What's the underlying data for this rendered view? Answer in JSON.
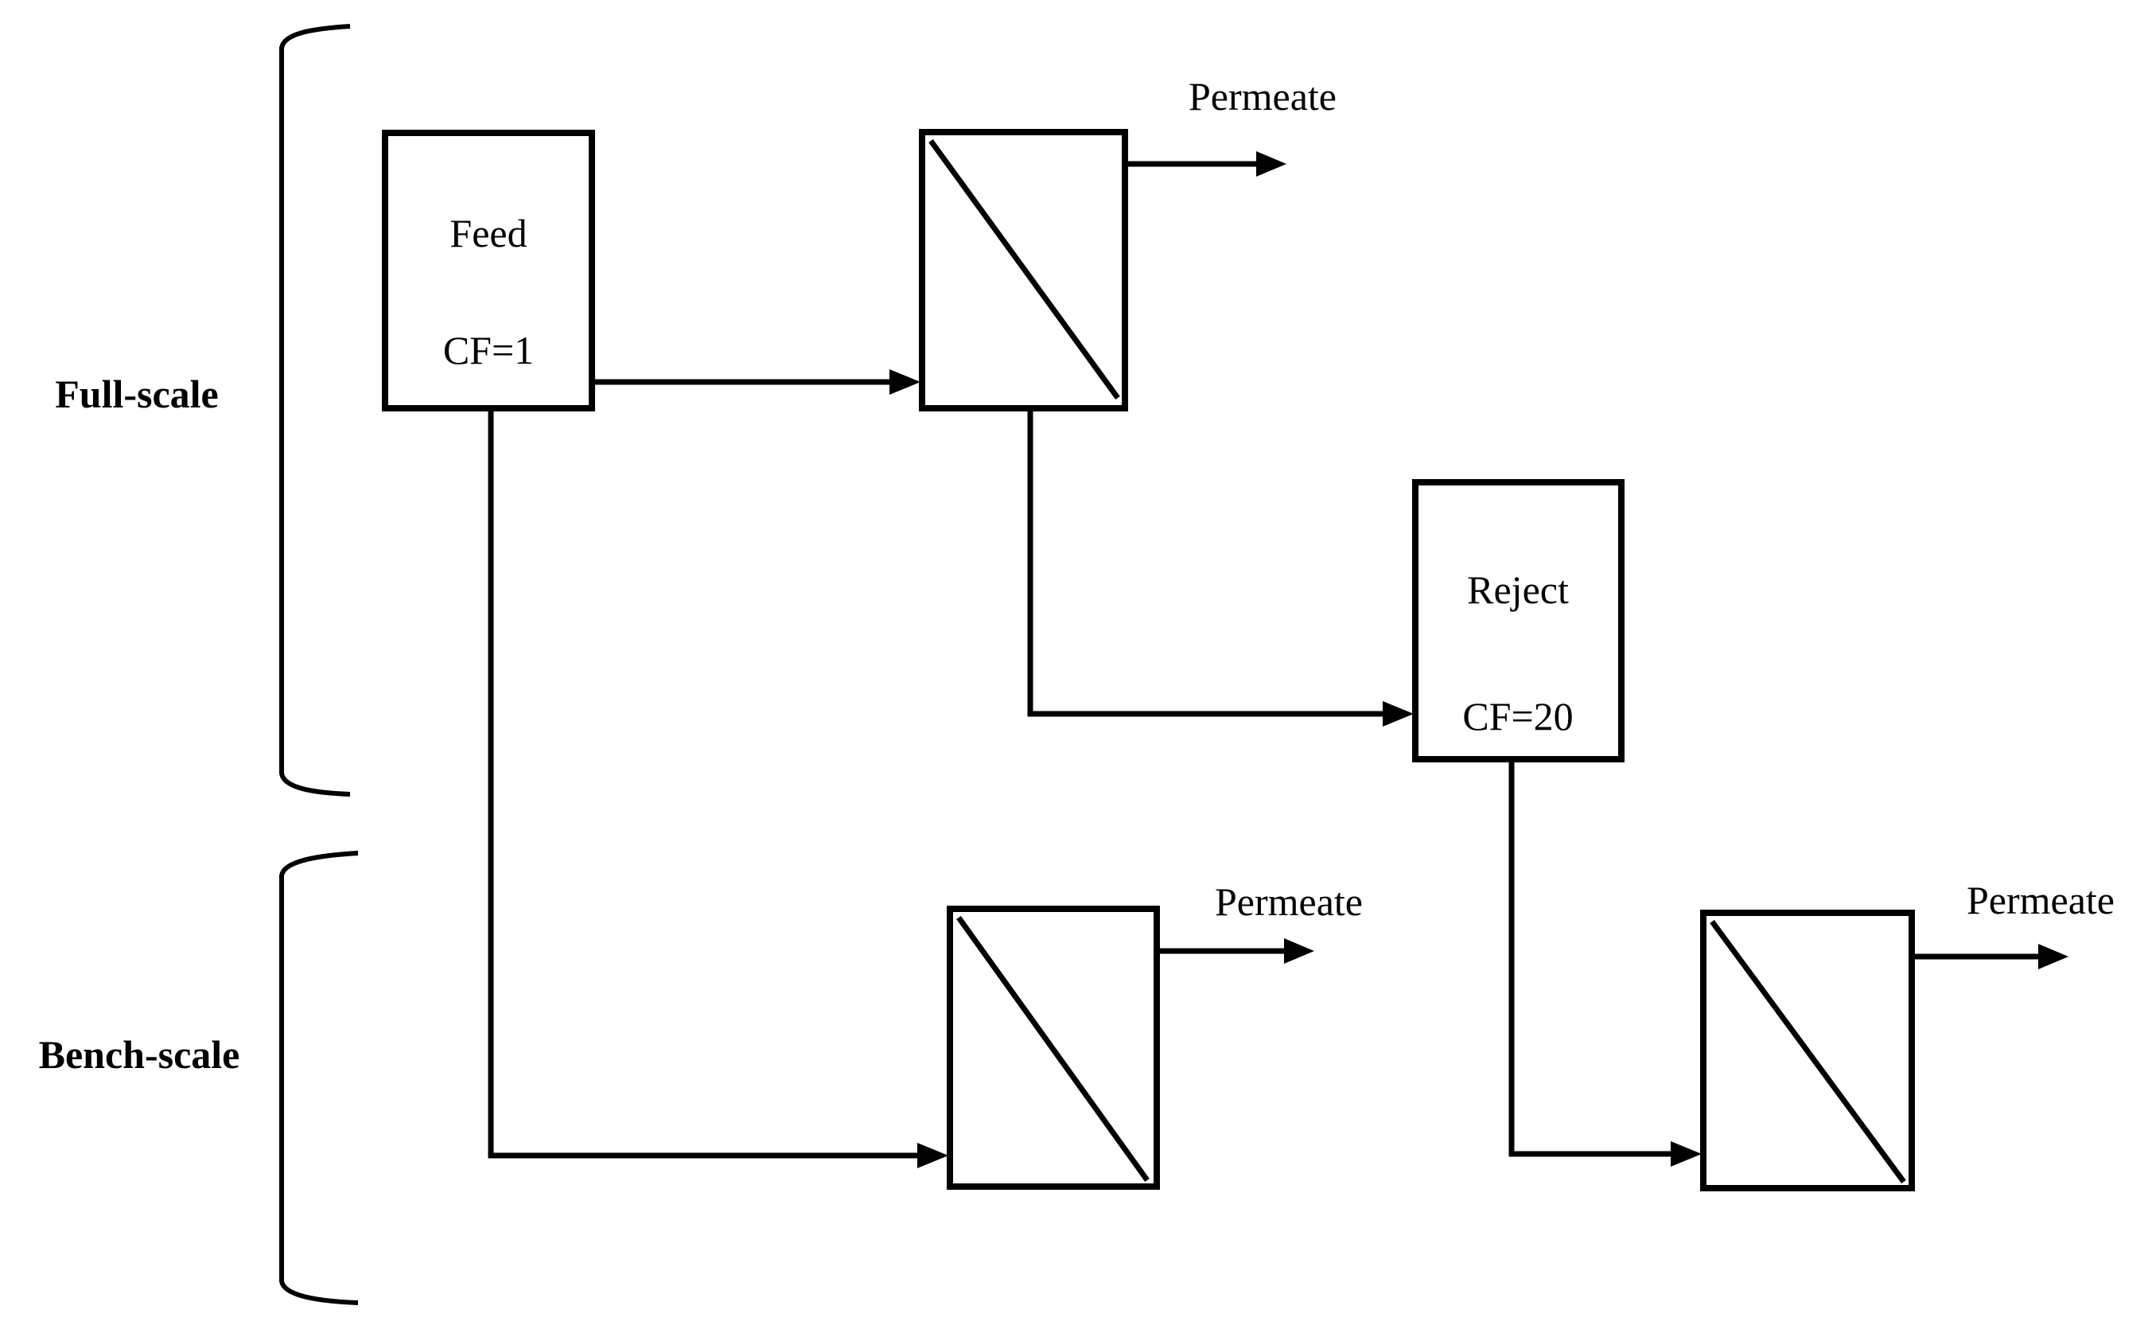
{
  "labels": {
    "full_scale": "Full-scale",
    "bench_scale": "Bench-scale"
  },
  "boxes": {
    "feed": {
      "title": "Feed",
      "cf": "CF=1"
    },
    "reject": {
      "title": "Reject",
      "cf": "CF=20"
    }
  },
  "streams": {
    "permeate_full": "Permeate",
    "permeate_bench_1": "Permeate",
    "permeate_bench_2": "Permeate"
  },
  "colors": {
    "ink": "#000000",
    "background": "#ffffff"
  }
}
